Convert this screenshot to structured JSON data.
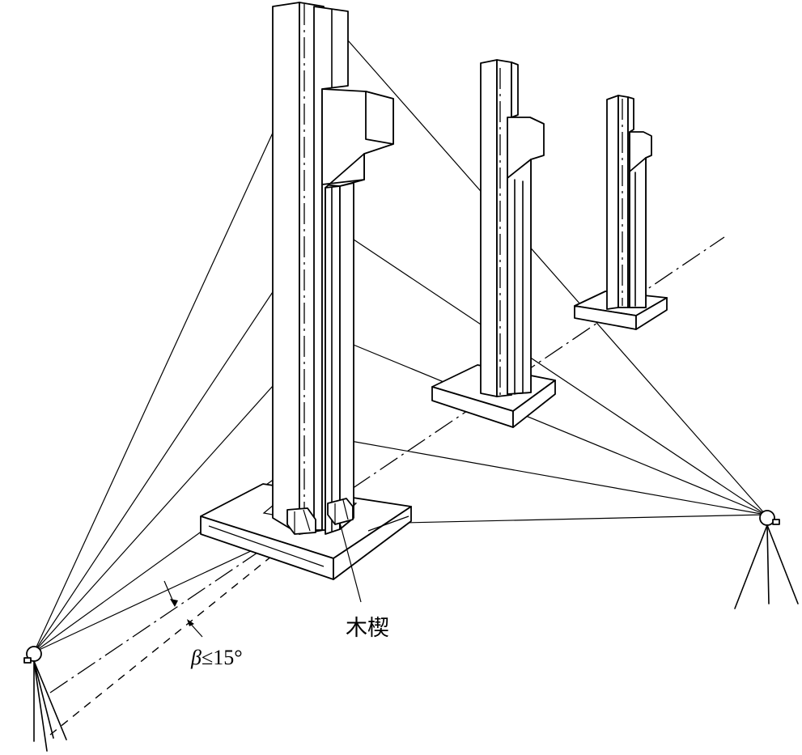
{
  "labels": {
    "wedge": "木楔",
    "angle_symbol": "β",
    "angle_relation": "≤",
    "angle_value": "15°"
  },
  "colors": {
    "stroke": "#000000",
    "background": "#ffffff"
  }
}
